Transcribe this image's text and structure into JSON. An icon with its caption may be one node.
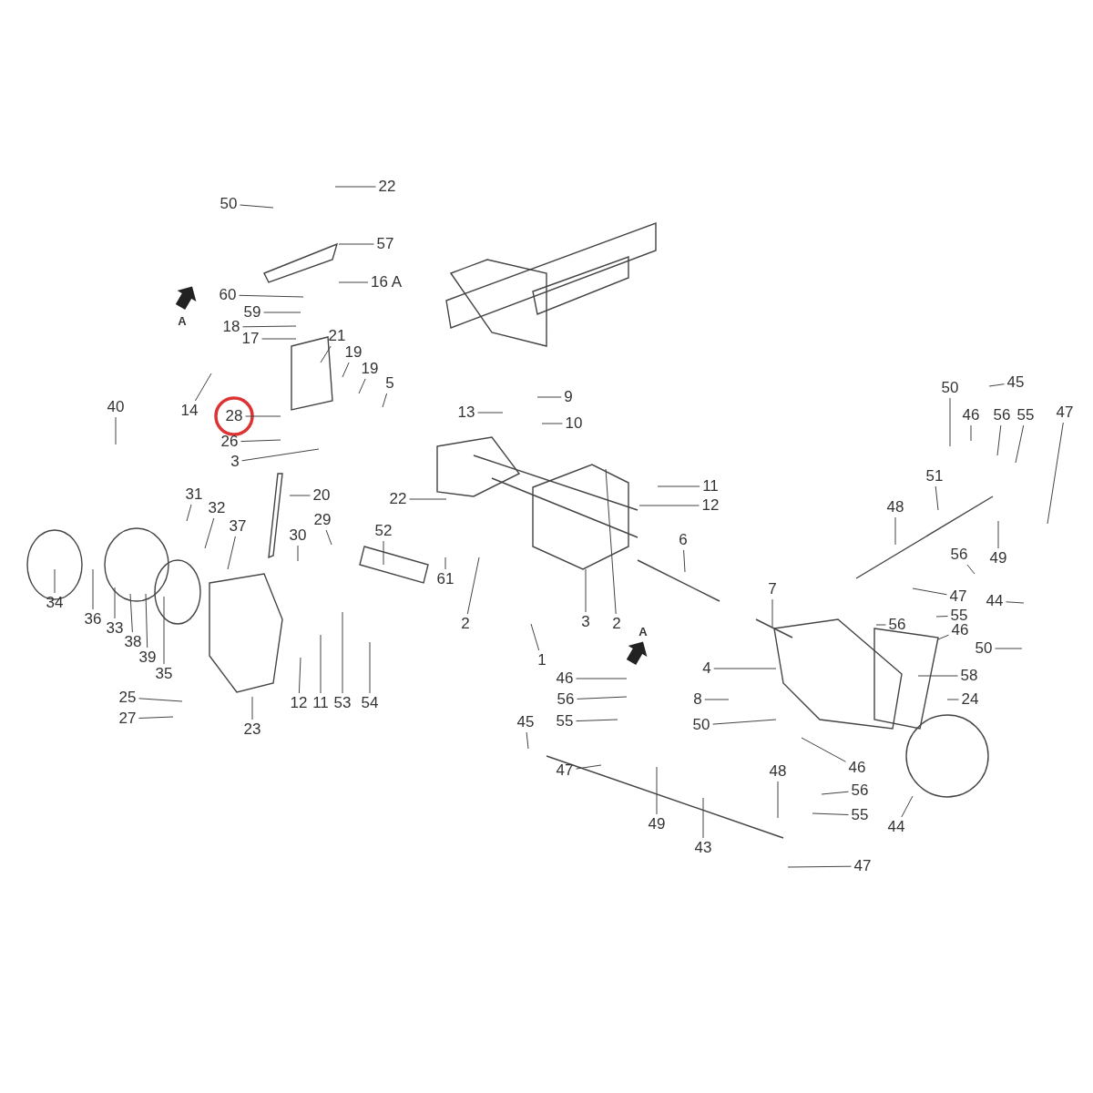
{
  "diagram": {
    "nodes": [
      {
        "text": [
          "50"
        ]
      },
      {
        "text": [
          "22"
        ]
      },
      {
        "text": [
          "57"
        ]
      },
      {
        "text": [
          "16 A"
        ]
      },
      {
        "text": [
          "60"
        ]
      },
      {
        "text": [
          "59"
        ]
      },
      {
        "text": [
          "18"
        ]
      },
      {
        "text": [
          "17"
        ]
      },
      {
        "text": [
          "21"
        ]
      },
      {
        "text": [
          "19"
        ]
      },
      {
        "text": [
          "19"
        ]
      },
      {
        "text": [
          "5"
        ]
      },
      {
        "text": [
          "14"
        ]
      },
      {
        "text": [
          "28"
        ]
      },
      {
        "text": [
          "26"
        ]
      },
      {
        "text": [
          "3"
        ]
      },
      {
        "text": [
          "40"
        ]
      },
      {
        "text": [
          "31"
        ]
      },
      {
        "text": [
          "32"
        ]
      },
      {
        "text": [
          "37"
        ]
      },
      {
        "text": [
          "20"
        ]
      },
      {
        "text": [
          "30"
        ]
      },
      {
        "text": [
          "29"
        ]
      },
      {
        "text": [
          "52"
        ]
      },
      {
        "text": [
          "22"
        ]
      },
      {
        "text": [
          "13"
        ]
      },
      {
        "text": [
          "9"
        ]
      },
      {
        "text": [
          "10"
        ]
      },
      {
        "text": [
          "11"
        ]
      },
      {
        "text": [
          "12"
        ]
      },
      {
        "text": [
          "61"
        ]
      },
      {
        "text": [
          "2"
        ]
      },
      {
        "text": [
          "2"
        ]
      },
      {
        "text": [
          "3"
        ]
      },
      {
        "text": [
          "1"
        ]
      },
      {
        "text": [
          "6"
        ]
      },
      {
        "text": [
          "34"
        ]
      },
      {
        "text": [
          "36"
        ]
      },
      {
        "text": [
          "33"
        ]
      },
      {
        "text": [
          "38"
        ]
      },
      {
        "text": [
          "39"
        ]
      },
      {
        "text": [
          "35"
        ]
      },
      {
        "text": [
          "25"
        ]
      },
      {
        "text": [
          "27"
        ]
      },
      {
        "text": [
          "23"
        ]
      },
      {
        "text": [
          "12"
        ]
      },
      {
        "text": [
          "11"
        ]
      },
      {
        "text": [
          "53"
        ]
      },
      {
        "text": [
          "54"
        ]
      },
      {
        "text": [
          "7"
        ]
      },
      {
        "text": [
          "4"
        ]
      },
      {
        "text": [
          "8"
        ]
      },
      {
        "text": [
          "50"
        ]
      },
      {
        "text": [
          "45"
        ]
      },
      {
        "text": [
          "46"
        ]
      },
      {
        "text": [
          "56"
        ]
      },
      {
        "text": [
          "55"
        ]
      },
      {
        "text": [
          "47"
        ]
      },
      {
        "text": [
          "49"
        ]
      },
      {
        "text": [
          "43"
        ]
      },
      {
        "text": [
          "48"
        ]
      },
      {
        "text": [
          "46"
        ]
      },
      {
        "text": [
          "56"
        ]
      },
      {
        "text": [
          "55"
        ]
      },
      {
        "text": [
          "44"
        ]
      },
      {
        "text": [
          "47"
        ]
      },
      {
        "text": [
          "50"
        ]
      },
      {
        "text": [
          "45"
        ]
      },
      {
        "text": [
          "46"
        ]
      },
      {
        "text": [
          "56"
        ]
      },
      {
        "text": [
          "55"
        ]
      },
      {
        "text": [
          "47"
        ]
      },
      {
        "text": [
          "51"
        ]
      },
      {
        "text": [
          "48"
        ]
      },
      {
        "text": [
          "49"
        ]
      },
      {
        "text": [
          "56"
        ]
      },
      {
        "text": [
          "47"
        ]
      },
      {
        "text": [
          "44"
        ]
      },
      {
        "text": [
          "55"
        ]
      },
      {
        "text": [
          "56"
        ]
      },
      {
        "text": [
          "46"
        ]
      },
      {
        "text": [
          "50"
        ]
      },
      {
        "text": [
          "58"
        ]
      },
      {
        "text": [
          "24"
        ]
      }
    ],
    "edges": [
      {
        "from": 0,
        "to": null,
        "arrow": "none"
      },
      {
        "from": 1,
        "to": null,
        "arrow": "none"
      },
      {
        "from": 2,
        "to": null,
        "arrow": "none"
      },
      {
        "from": 3,
        "to": null,
        "arrow": "none"
      },
      {
        "from": 4,
        "to": null,
        "arrow": "none"
      },
      {
        "from": 5,
        "to": null,
        "arrow": "none"
      },
      {
        "from": 6,
        "to": null,
        "arrow": "none"
      },
      {
        "from": 7,
        "to": null,
        "arrow": "none"
      },
      {
        "from": 8,
        "to": null,
        "arrow": "none"
      },
      {
        "from": 9,
        "to": null,
        "arrow": "none"
      },
      {
        "from": 10,
        "to": null,
        "arrow": "none"
      },
      {
        "from": 11,
        "to": null,
        "arrow": "none"
      },
      {
        "from": 12,
        "to": null,
        "arrow": "none"
      },
      {
        "from": 13,
        "to": null,
        "arrow": "none"
      },
      {
        "from": 14,
        "to": null,
        "arrow": "none"
      },
      {
        "from": 15,
        "to": null,
        "arrow": "none"
      },
      {
        "from": 16,
        "to": null,
        "arrow": "none"
      },
      {
        "from": 17,
        "to": null,
        "arrow": "none"
      },
      {
        "from": 18,
        "to": null,
        "arrow": "none"
      },
      {
        "from": 19,
        "to": null,
        "arrow": "none"
      },
      {
        "from": 20,
        "to": null,
        "arrow": "none"
      },
      {
        "from": 21,
        "to": null,
        "arrow": "none"
      },
      {
        "from": 22,
        "to": null,
        "arrow": "none"
      },
      {
        "from": 23,
        "to": null,
        "arrow": "none"
      },
      {
        "from": 24,
        "to": null,
        "arrow": "none"
      },
      {
        "from": 25,
        "to": null,
        "arrow": "none"
      },
      {
        "from": 26,
        "to": null,
        "arrow": "none"
      },
      {
        "from": 27,
        "to": null,
        "arrow": "none"
      },
      {
        "from": 28,
        "to": null,
        "arrow": "none"
      },
      {
        "from": 29,
        "to": null,
        "arrow": "none"
      },
      {
        "from": 30,
        "to": null,
        "arrow": "none"
      },
      {
        "from": 31,
        "to": null,
        "arrow": "none"
      },
      {
        "from": 32,
        "to": null,
        "arrow": "none"
      },
      {
        "from": 33,
        "to": null,
        "arrow": "none"
      },
      {
        "from": 34,
        "to": null,
        "arrow": "none"
      },
      {
        "from": 35,
        "to": null,
        "arrow": "none"
      },
      {
        "from": 36,
        "to": null,
        "arrow": "none"
      },
      {
        "from": 37,
        "to": null,
        "arrow": "none"
      },
      {
        "from": 38,
        "to": null,
        "arrow": "none"
      },
      {
        "from": 39,
        "to": null,
        "arrow": "none"
      },
      {
        "from": 40,
        "to": null,
        "arrow": "none"
      },
      {
        "from": 41,
        "to": null,
        "arrow": "none"
      },
      {
        "from": 42,
        "to": null,
        "arrow": "none"
      },
      {
        "from": 43,
        "to": null,
        "arrow": "none"
      },
      {
        "from": 44,
        "to": null,
        "arrow": "none"
      },
      {
        "from": 45,
        "to": null,
        "arrow": "none"
      },
      {
        "from": 46,
        "to": null,
        "arrow": "none"
      },
      {
        "from": 47,
        "to": null,
        "arrow": "none"
      },
      {
        "from": 48,
        "to": null,
        "arrow": "none"
      },
      {
        "from": 49,
        "to": null,
        "arrow": "none"
      },
      {
        "from": 50,
        "to": null,
        "arrow": "none"
      },
      {
        "from": 51,
        "to": null,
        "arrow": "none"
      },
      {
        "from": 52,
        "to": null,
        "arrow": "none"
      },
      {
        "from": 53,
        "to": null,
        "arrow": "none"
      },
      {
        "from": 54,
        "to": null,
        "arrow": "none"
      },
      {
        "from": 55,
        "to": null,
        "arrow": "none"
      },
      {
        "from": 56,
        "to": null,
        "arrow": "none"
      },
      {
        "from": 57,
        "to": null,
        "arrow": "none"
      },
      {
        "from": 58,
        "to": null,
        "arrow": "none"
      },
      {
        "from": 59,
        "to": null,
        "arrow": "none"
      },
      {
        "from": 60,
        "to": null,
        "arrow": "none"
      },
      {
        "from": 61,
        "to": null,
        "arrow": "none"
      },
      {
        "from": 62,
        "to": null,
        "arrow": "none"
      },
      {
        "from": 63,
        "to": null,
        "arrow": "none"
      },
      {
        "from": 64,
        "to": null,
        "arrow": "none"
      },
      {
        "from": 65,
        "to": null,
        "arrow": "none"
      },
      {
        "from": 66,
        "to": null,
        "arrow": "none"
      },
      {
        "from": 67,
        "to": null,
        "arrow": "none"
      },
      {
        "from": 68,
        "to": null,
        "arrow": "none"
      },
      {
        "from": 69,
        "to": null,
        "arrow": "none"
      },
      {
        "from": 70,
        "to": null,
        "arrow": "none"
      },
      {
        "from": 71,
        "to": null,
        "arrow": "none"
      },
      {
        "from": 72,
        "to": null,
        "arrow": "none"
      },
      {
        "from": 73,
        "to": null,
        "arrow": "none"
      },
      {
        "from": 74,
        "to": null,
        "arrow": "none"
      },
      {
        "from": 75,
        "to": null,
        "arrow": "none"
      },
      {
        "from": 76,
        "to": null,
        "arrow": "none"
      },
      {
        "from": 77,
        "to": null,
        "arrow": "none"
      },
      {
        "from": 78,
        "to": null,
        "arrow": "none"
      },
      {
        "from": 79,
        "to": null,
        "arrow": "none"
      },
      {
        "from": 80,
        "to": null,
        "arrow": "none"
      },
      {
        "from": 81,
        "to": null,
        "arrow": "none"
      },
      {
        "from": 82,
        "to": null,
        "arrow": "none"
      },
      {
        "from": 83,
        "to": null,
        "arrow": "none"
      }
    ],
    "labels": [
      "A",
      "A"
    ]
  }
}
